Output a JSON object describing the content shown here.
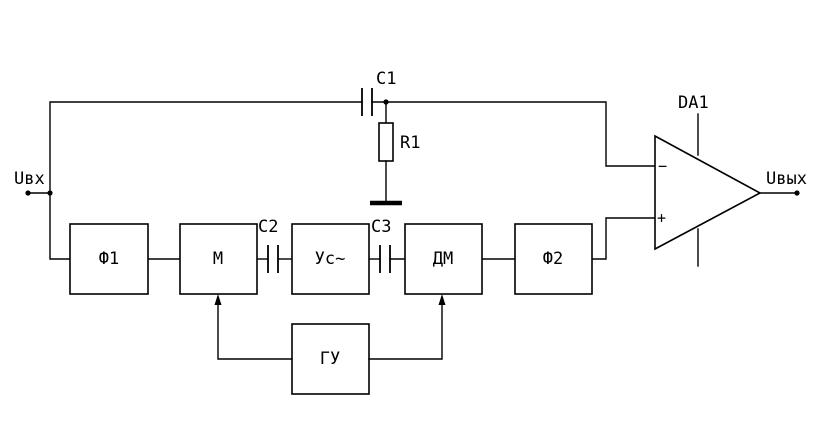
{
  "blocks": {
    "f1": "Ф1",
    "m": "М",
    "amp": "Ус~",
    "dm": "ДМ",
    "f2": "Ф2",
    "gen": "ГУ"
  },
  "labels": {
    "c1": "C1",
    "c2": "C2",
    "c3": "C3",
    "r1": "R1",
    "da1": "DA1",
    "uin": "Uвх",
    "uout": "Uвых",
    "minus": "−",
    "plus": "+"
  }
}
